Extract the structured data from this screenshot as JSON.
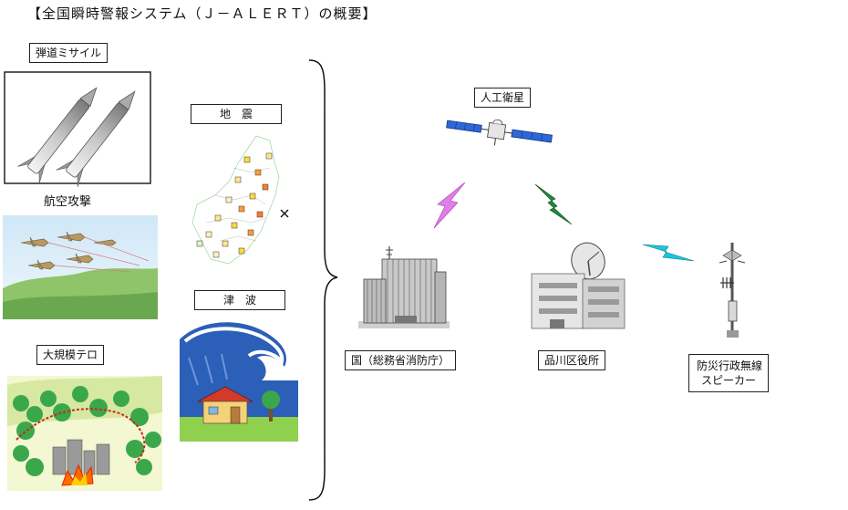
{
  "title": "【全国瞬時警報システム（Ｊ－ＡＬＥＲＴ）の概要】",
  "threats": {
    "missile": "弾道ミサイル",
    "air_attack": "航空攻撃",
    "terror": "大規模テロ",
    "earthquake": "地　震",
    "tsunami": "津　波"
  },
  "flow": {
    "satellite": "人工衛星",
    "national_gov": "国（総務省消防庁）",
    "ward_office": "品川区役所",
    "speaker_line1": "防災行政無線",
    "speaker_line2": "スピーカー"
  },
  "colors": {
    "sea_blue": "#2b5fb8",
    "lightning_purple": "#e07fe6",
    "lightning_green": "#1f8a3a",
    "lightning_cyan": "#19c7d8",
    "fire_orange": "#ff6a00"
  }
}
